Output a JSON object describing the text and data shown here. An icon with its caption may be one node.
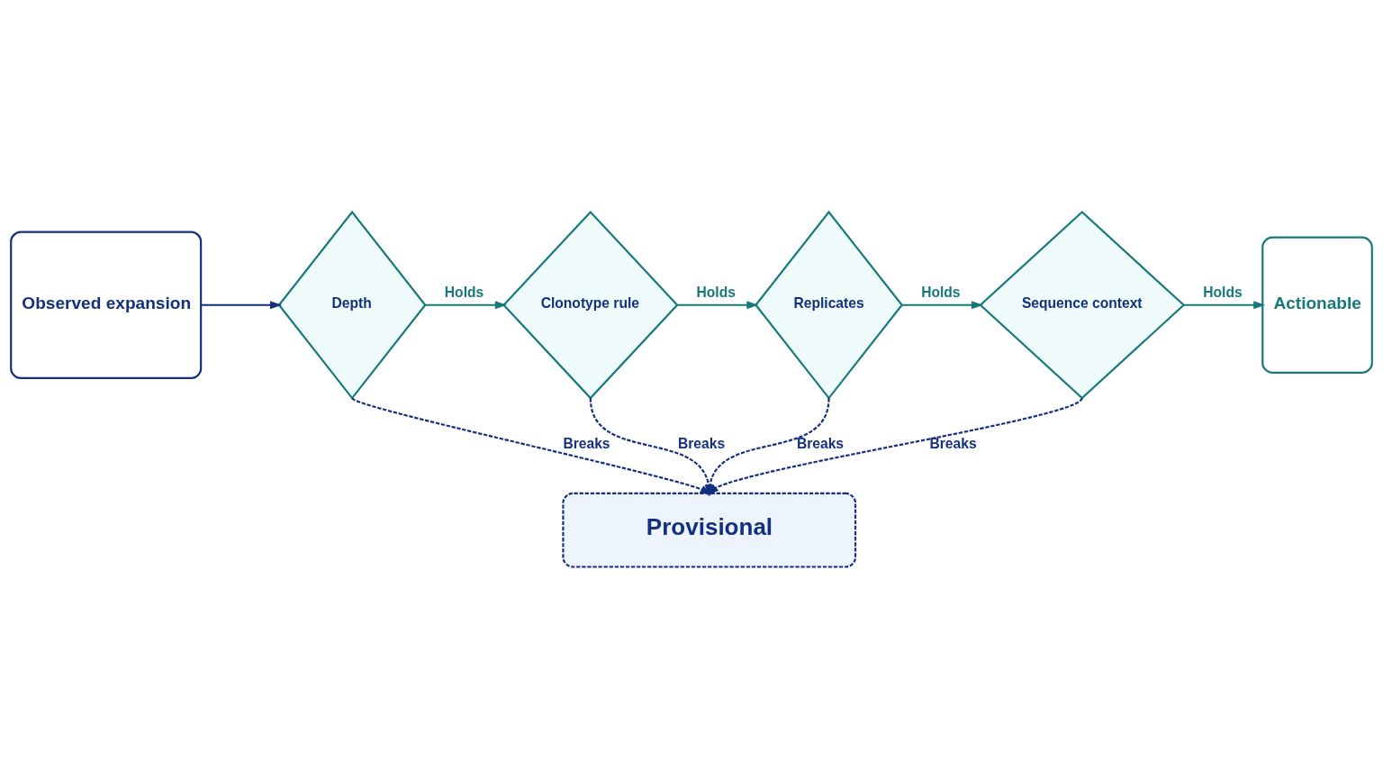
{
  "diagram": {
    "nodes": [
      {
        "text": [
          "Observed expansion"
        ]
      },
      {
        "text": [
          "Depth"
        ]
      },
      {
        "text": [
          "Clonotype rule"
        ]
      },
      {
        "text": [
          "Replicates"
        ]
      },
      {
        "text": [
          "Sequence context"
        ]
      },
      {
        "text": [
          "Actionable"
        ]
      },
      {
        "text": [
          "Provisional"
        ]
      }
    ],
    "edges": [
      {
        "from": 0,
        "to": 1,
        "arrow": "to"
      },
      {
        "from": 1,
        "to": 2,
        "arrow": "to",
        "label": "Holds",
        "color": "#16787a"
      },
      {
        "from": 2,
        "to": 3,
        "arrow": "to",
        "label": "Holds",
        "color": "#16787a"
      },
      {
        "from": 3,
        "to": 4,
        "arrow": "to",
        "label": "Holds",
        "color": "#16787a"
      },
      {
        "from": 4,
        "to": 5,
        "arrow": "to",
        "label": "Holds",
        "color": "#16787a"
      },
      {
        "from": 1,
        "to": 6,
        "arrow": "to",
        "label": "Breaks",
        "style": "dashed"
      },
      {
        "from": 2,
        "to": 6,
        "arrow": "to",
        "label": "Breaks",
        "style": "dashed"
      },
      {
        "from": 3,
        "to": 6,
        "arrow": "to",
        "label": "Breaks",
        "style": "dashed"
      },
      {
        "from": 4,
        "to": 6,
        "arrow": "to",
        "label": "Breaks",
        "style": "dashed"
      }
    ]
  }
}
